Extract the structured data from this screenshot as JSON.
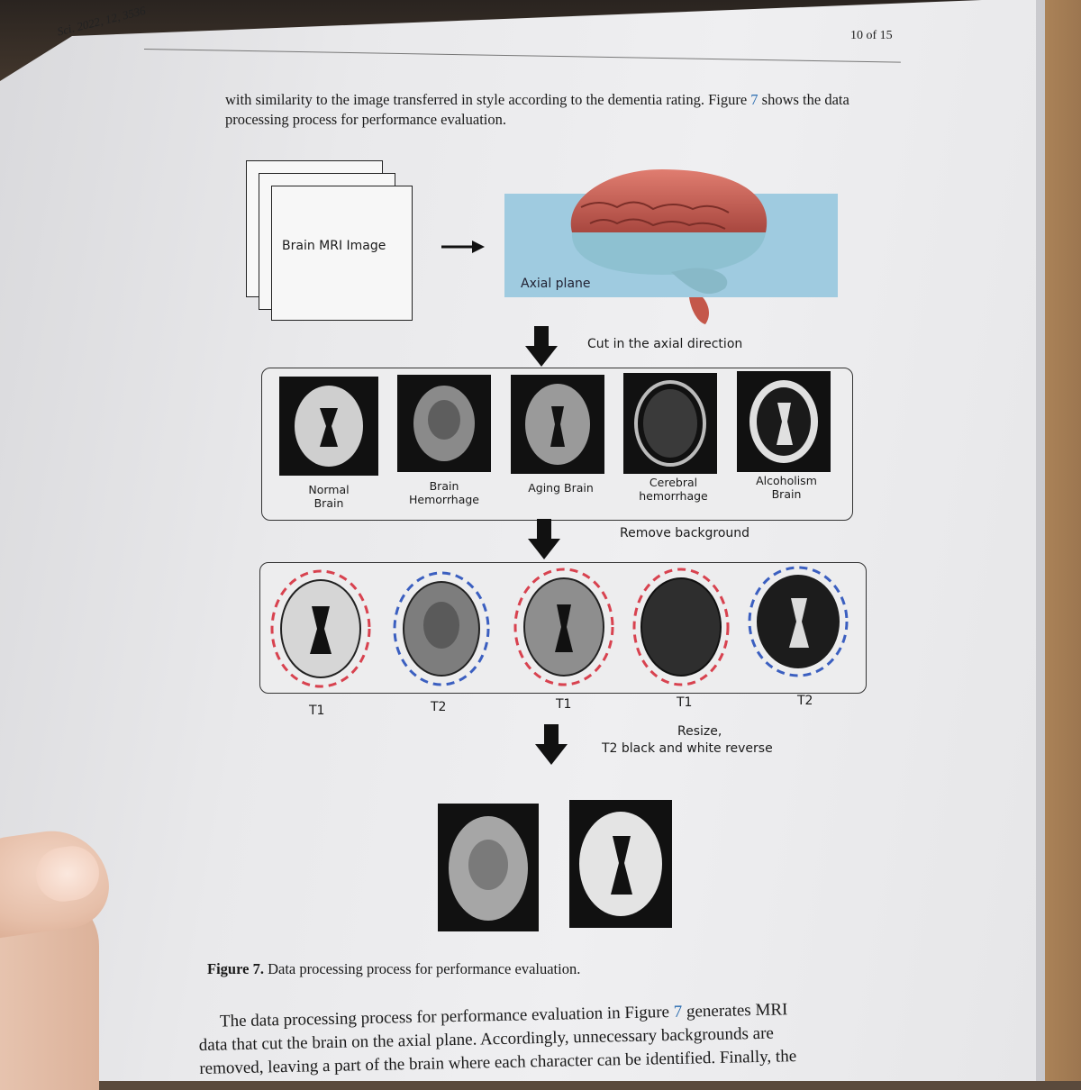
{
  "header": {
    "journal": "Sci. 2022, 12, 3536",
    "page_number": "10 of 15"
  },
  "intro": {
    "text_before": "with similarity to the image transferred in style according to the dementia rating. Figure ",
    "ref": "7",
    "text_after": " shows the data processing process for performance evaluation."
  },
  "figure": {
    "input_label": "Brain MRI Image",
    "plane_label": "Axial plane",
    "step1": "Cut in the axial direction",
    "step2": "Remove background",
    "step3_line1": "Resize,",
    "step3_line2": "T2 black and white reverse",
    "categories": [
      {
        "line1": "Normal",
        "line2": "Brain"
      },
      {
        "line1": "Brain",
        "line2": "Hemorrhage"
      },
      {
        "line1": "Aging Brain",
        "line2": ""
      },
      {
        "line1": "Cerebral",
        "line2": "hemorrhage"
      },
      {
        "line1": "Alcoholism",
        "line2": "Brain"
      }
    ],
    "types": [
      "T1",
      "T2",
      "T1",
      "T1",
      "T2"
    ],
    "colors": {
      "t1_dash": "#d8424f",
      "t2_dash": "#3b5fc0",
      "plane": "#9fcbe0",
      "brain": "#c8605a"
    }
  },
  "caption": {
    "label": "Figure 7.",
    "text": " Data processing process for performance evaluation."
  },
  "body": {
    "line1_before": "The data processing process for performance evaluation in Figure ",
    "line1_ref": "7",
    "line1_after": " generates MRI",
    "line2": "data that cut the brain on the axial plane. Accordingly, unnecessary backgrounds are",
    "line3": "removed, leaving a part of the brain where each character can be identified. Finally, the"
  }
}
